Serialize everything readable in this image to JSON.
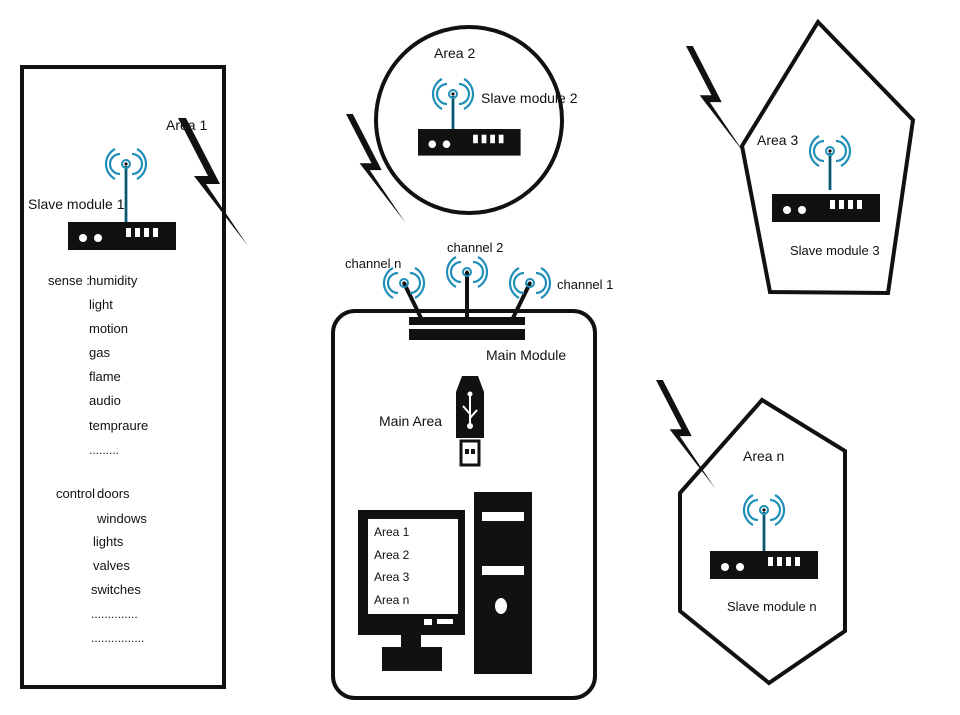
{
  "colors": {
    "ink": "#111111",
    "antenna_blue": "#1f8fb8",
    "background": "#ffffff"
  },
  "area1": {
    "label": "Area 1",
    "module_label": "Slave module 1",
    "sense_heading": "sense :",
    "sense_items": [
      "humidity",
      "light",
      "motion",
      "gas",
      "flame",
      "audio",
      "tempraure",
      "........."
    ],
    "control_heading": "control :",
    "control_items": [
      "doors",
      "windows",
      "lights",
      "valves",
      "switches",
      "..............",
      "................"
    ]
  },
  "area2": {
    "label": "Area 2",
    "module_label": "Slave module 2"
  },
  "area3": {
    "label": "Area 3",
    "module_label": "Slave module 3"
  },
  "arean": {
    "label": "Area n",
    "module_label": "Slave module n"
  },
  "main": {
    "module_label": "Main Module",
    "area_label": "Main Area",
    "channels": {
      "n": "channel n",
      "two": "channel 2",
      "one": "channel 1"
    },
    "screen_items": [
      "Area 1",
      "Area 2",
      "Area 3",
      "Area n"
    ]
  },
  "icons": {
    "router": "router-icon",
    "wifi": "wifi-signal-icon",
    "lightning": "wireless-link-icon",
    "usb": "usb-stick-icon",
    "monitor": "monitor-icon",
    "tower": "pc-tower-icon"
  }
}
